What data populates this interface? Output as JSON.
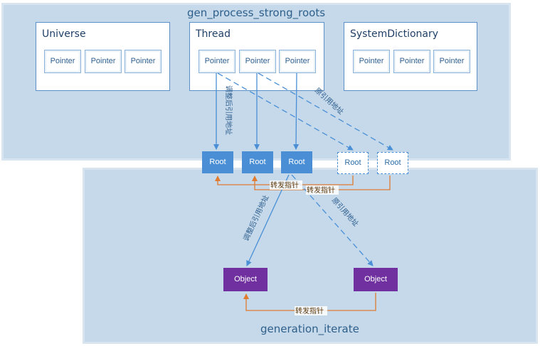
{
  "top_region": {
    "label": "gen_process_strong_roots"
  },
  "bottom_region": {
    "label": "generation_iterate"
  },
  "panels": {
    "universe": {
      "title": "Universe",
      "pointers": [
        "Pointer",
        "Pointer",
        "Pointer"
      ]
    },
    "thread": {
      "title": "Thread",
      "pointers": [
        "Pointer",
        "Pointer",
        "Pointer"
      ]
    },
    "system_dictionary": {
      "title": "SystemDictionary",
      "pointers": [
        "Pointer",
        "Pointer",
        "Pointer"
      ]
    }
  },
  "roots": {
    "solid": [
      "Root",
      "Root",
      "Root"
    ],
    "dashed": [
      "Root",
      "Root"
    ]
  },
  "objects": [
    "Object",
    "Object"
  ],
  "labels": {
    "adjusted_ref": "调整后引用地址",
    "original_ref": "原引用地址",
    "forward_pointer": "转发指针"
  },
  "colors": {
    "region": "#c5d9ea",
    "root": "#4a8fd6",
    "object": "#7030a0",
    "arrow_blue": "#4a8fd6",
    "arrow_orange": "#e07b30"
  }
}
